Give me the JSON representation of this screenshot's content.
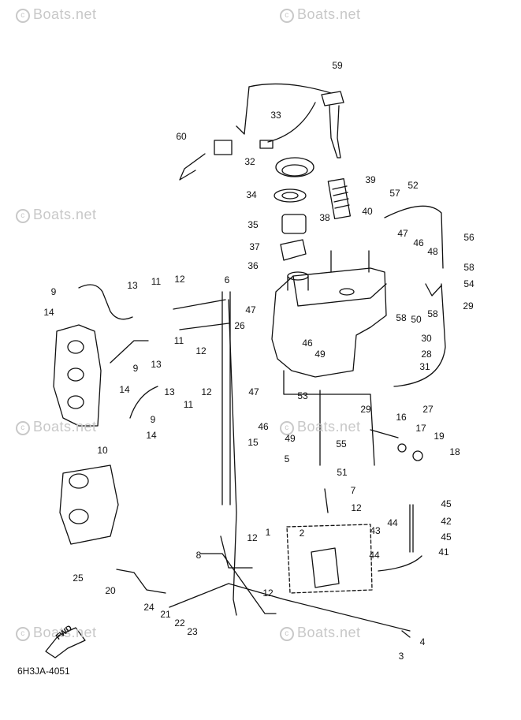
{
  "watermark": "Boats.net",
  "document_code": "6H3JA-4051",
  "fwd_label": "FWD",
  "part_numbers": {
    "p1": "1",
    "p2": "2",
    "p3": "3",
    "p4": "4",
    "p5": "5",
    "p6": "6",
    "p7": "7",
    "p8": "8",
    "p9": "9",
    "p10": "10",
    "p11": "11",
    "p12": "12",
    "p13": "13",
    "p14": "14",
    "p15": "15",
    "p16": "16",
    "p17": "17",
    "p18": "18",
    "p19": "19",
    "p20": "20",
    "p21": "21",
    "p22": "22",
    "p23": "23",
    "p24": "24",
    "p25": "25",
    "p26": "26",
    "p27": "27",
    "p28": "28",
    "p29": "29",
    "p30": "30",
    "p31": "31",
    "p32": "32",
    "p33": "33",
    "p34": "34",
    "p35": "35",
    "p36": "36",
    "p37": "37",
    "p38": "38",
    "p39": "39",
    "p40": "40",
    "p41": "41",
    "p42": "42",
    "p43": "43",
    "p44": "44",
    "p45": "45",
    "p46": "46",
    "p47": "47",
    "p48": "48",
    "p49": "49",
    "p50": "50",
    "p51": "51",
    "p52": "52",
    "p53": "53",
    "p54": "54",
    "p55": "55",
    "p56": "56",
    "p57": "57",
    "p58": "58",
    "p59": "59",
    "p60": "60"
  }
}
